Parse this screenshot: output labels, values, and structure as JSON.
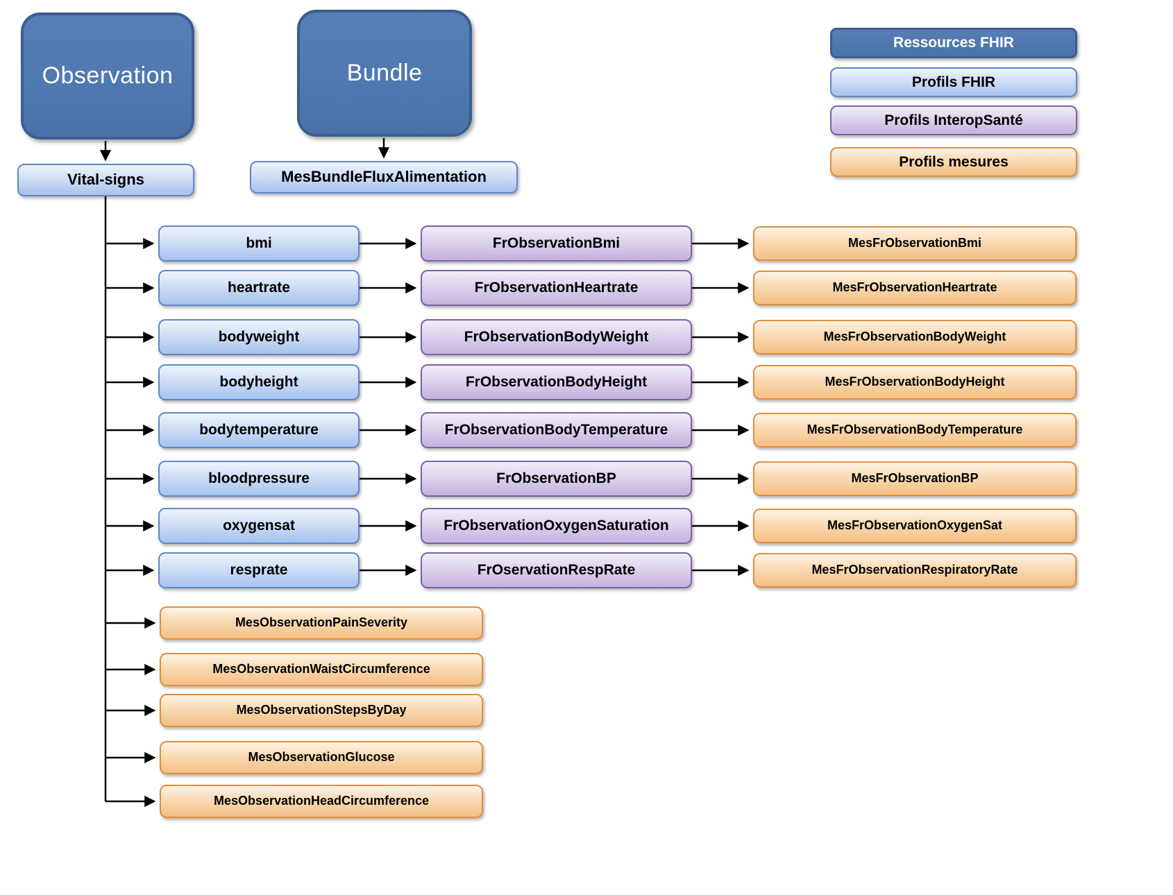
{
  "diagram": {
    "resources": [
      {
        "id": "observation",
        "label": "Observation"
      },
      {
        "id": "bundle",
        "label": "Bundle"
      }
    ],
    "fhir_profiles": [
      {
        "id": "vital-signs",
        "label": "Vital-signs"
      },
      {
        "id": "mes-bundle-flux-alimentation",
        "label": "MesBundleFluxAlimentation"
      }
    ],
    "vital_sign_rows": [
      {
        "code": "bmi",
        "interop_profile": "FrObservationBmi",
        "mesure_profile": "MesFrObservationBmi"
      },
      {
        "code": "heartrate",
        "interop_profile": "FrObservationHeartrate",
        "mesure_profile": "MesFrObservationHeartrate"
      },
      {
        "code": "bodyweight",
        "interop_profile": "FrObservationBodyWeight",
        "mesure_profile": "MesFrObservationBodyWeight"
      },
      {
        "code": "bodyheight",
        "interop_profile": "FrObservationBodyHeight",
        "mesure_profile": "MesFrObservationBodyHeight"
      },
      {
        "code": "bodytemperature",
        "interop_profile": "FrObservationBodyTemperature",
        "mesure_profile": "MesFrObservationBodyTemperature"
      },
      {
        "code": "bloodpressure",
        "interop_profile": "FrObservationBP",
        "mesure_profile": "MesFrObservationBP"
      },
      {
        "code": "oxygensat",
        "interop_profile": "FrObservationOxygenSaturation",
        "mesure_profile": "MesFrObservationOxygenSat"
      },
      {
        "code": "resprate",
        "interop_profile": "FrOservationRespRate",
        "mesure_profile": "MesFrObservationRespiratoryRate"
      }
    ],
    "extra_mesure_profiles": [
      "MesObservationPainSeverity",
      "MesObservationWaistCircumference",
      "MesObservationStepsByDay",
      "MesObservationGlucose",
      "MesObservationHeadCircumference"
    ],
    "legend": [
      {
        "label": "Ressources FHIR",
        "style": "resource"
      },
      {
        "label": "Profils FHIR",
        "style": "fhir"
      },
      {
        "label": "Profils InteropSanté",
        "style": "interop"
      },
      {
        "label": "Profils mesures",
        "style": "mesures"
      }
    ],
    "colors": {
      "resource_fill": "#4e78b0",
      "resource_border": "#3b5e90",
      "fhir_fill": "#a6c2ee",
      "fhir_border": "#5f86c7",
      "interop_fill": "#c3b2dd",
      "interop_border": "#7b61a3",
      "mesures_fill": "#f4bf85",
      "mesures_border": "#e08e3c",
      "connector": "#000000"
    }
  }
}
